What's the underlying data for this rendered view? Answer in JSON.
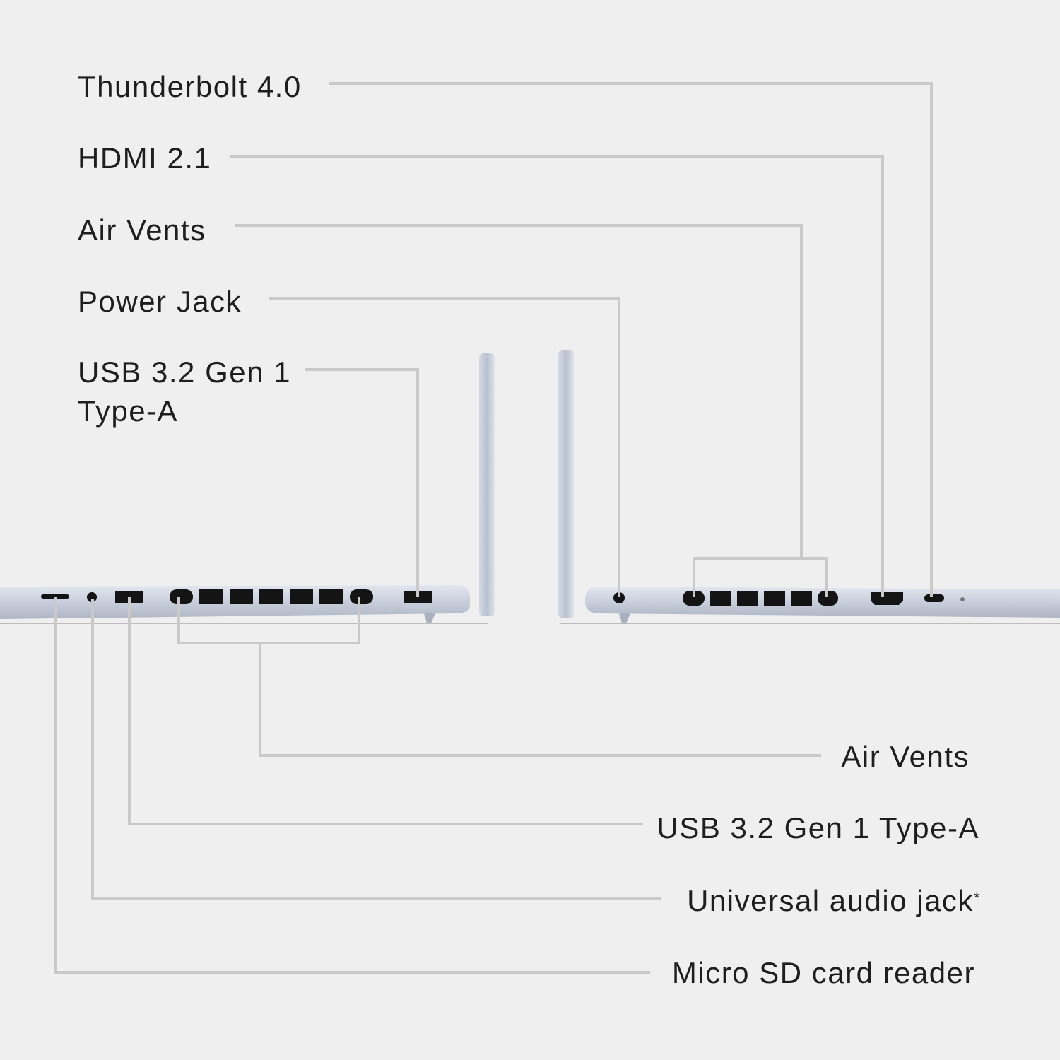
{
  "colors": {
    "background": "#efefef",
    "leader_line": "#c9c9c9",
    "chassis": "#c9cfdc",
    "port": "#141414"
  },
  "left_labels": [
    {
      "label": "Thunderbolt 4.0"
    },
    {
      "label": "HDMI 2.1"
    },
    {
      "label": "Air Vents"
    },
    {
      "label": "Power Jack"
    },
    {
      "label": "USB 3.2 Gen 1",
      "label2": "Type-A"
    }
  ],
  "bottom_labels": [
    {
      "label": "Air Vents"
    },
    {
      "label": "USB 3.2 Gen 1 Type-A"
    },
    {
      "label": "Universal audio jack",
      "footnote_mark": "*"
    },
    {
      "label": "Micro SD card reader"
    }
  ]
}
